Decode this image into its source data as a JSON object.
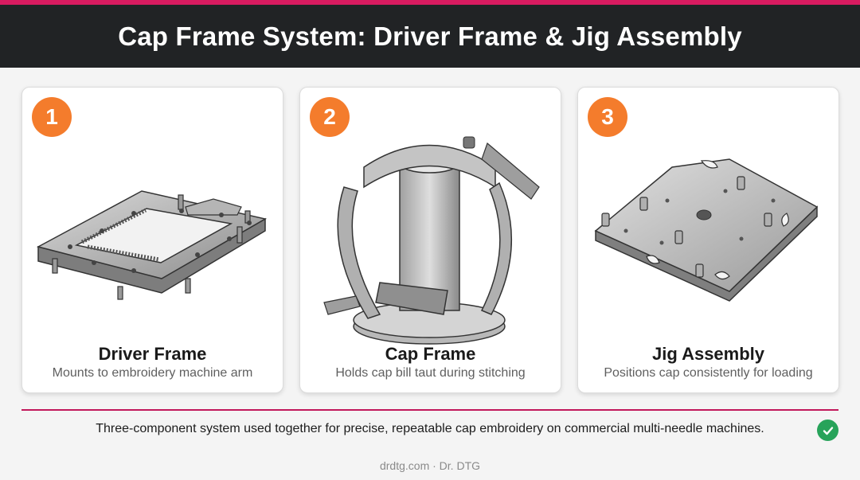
{
  "header": {
    "title": "Cap Frame System: Driver Frame & Jig Assembly"
  },
  "colors": {
    "accent": "#d81b60",
    "badge": "#f47c2c",
    "header_bg": "#212325",
    "check": "#27a35a"
  },
  "cards": [
    {
      "number": "1",
      "title": "Driver Frame",
      "subtitle": "Mounts to embroidery machine arm",
      "icon": "driver-frame-illustration"
    },
    {
      "number": "2",
      "title": "Cap Frame",
      "subtitle": "Holds cap bill taut during stitching",
      "icon": "cap-frame-illustration"
    },
    {
      "number": "3",
      "title": "Jig Assembly",
      "subtitle": "Positions cap consistently for loading",
      "icon": "jig-assembly-illustration"
    }
  ],
  "footer": {
    "note": "Three-component system used together for precise, repeatable cap embroidery on commercial multi-needle machines.",
    "check_icon": "check-circle-icon",
    "credit": "drdtg.com · Dr. DTG"
  }
}
